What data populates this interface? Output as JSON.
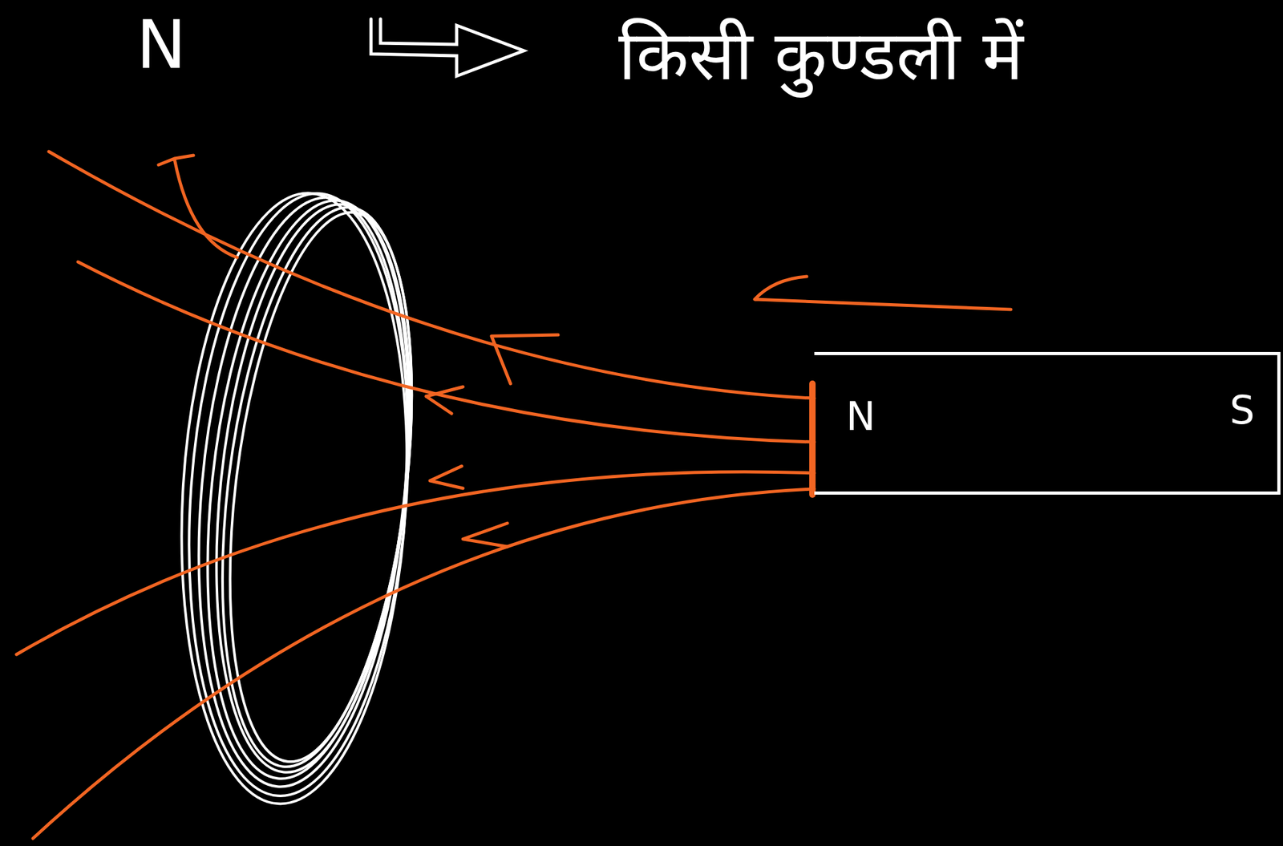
{
  "diagram": {
    "nodes": [
      {
        "text": [
          "N",
          "S"
        ]
      }
    ],
    "labels": [
      "N",
      "किसी कुण्डली में"
    ]
  }
}
